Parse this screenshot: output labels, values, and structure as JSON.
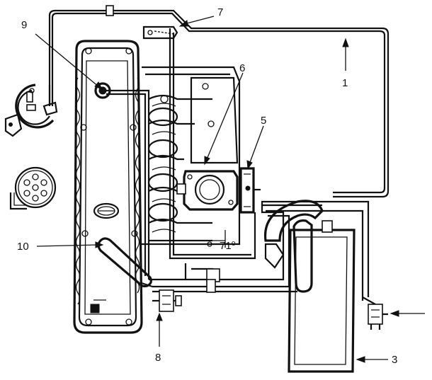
{
  "callouts": [
    {
      "id": "1",
      "text": "1"
    },
    {
      "id": "3",
      "text": "3"
    },
    {
      "id": "5",
      "text": "5"
    },
    {
      "id": "6",
      "text": "6"
    },
    {
      "id": "7",
      "text": "7"
    },
    {
      "id": "8",
      "text": "8"
    },
    {
      "id": "9",
      "text": "9"
    },
    {
      "id": "10",
      "text": "10"
    }
  ],
  "engine_mark": "71⁰"
}
